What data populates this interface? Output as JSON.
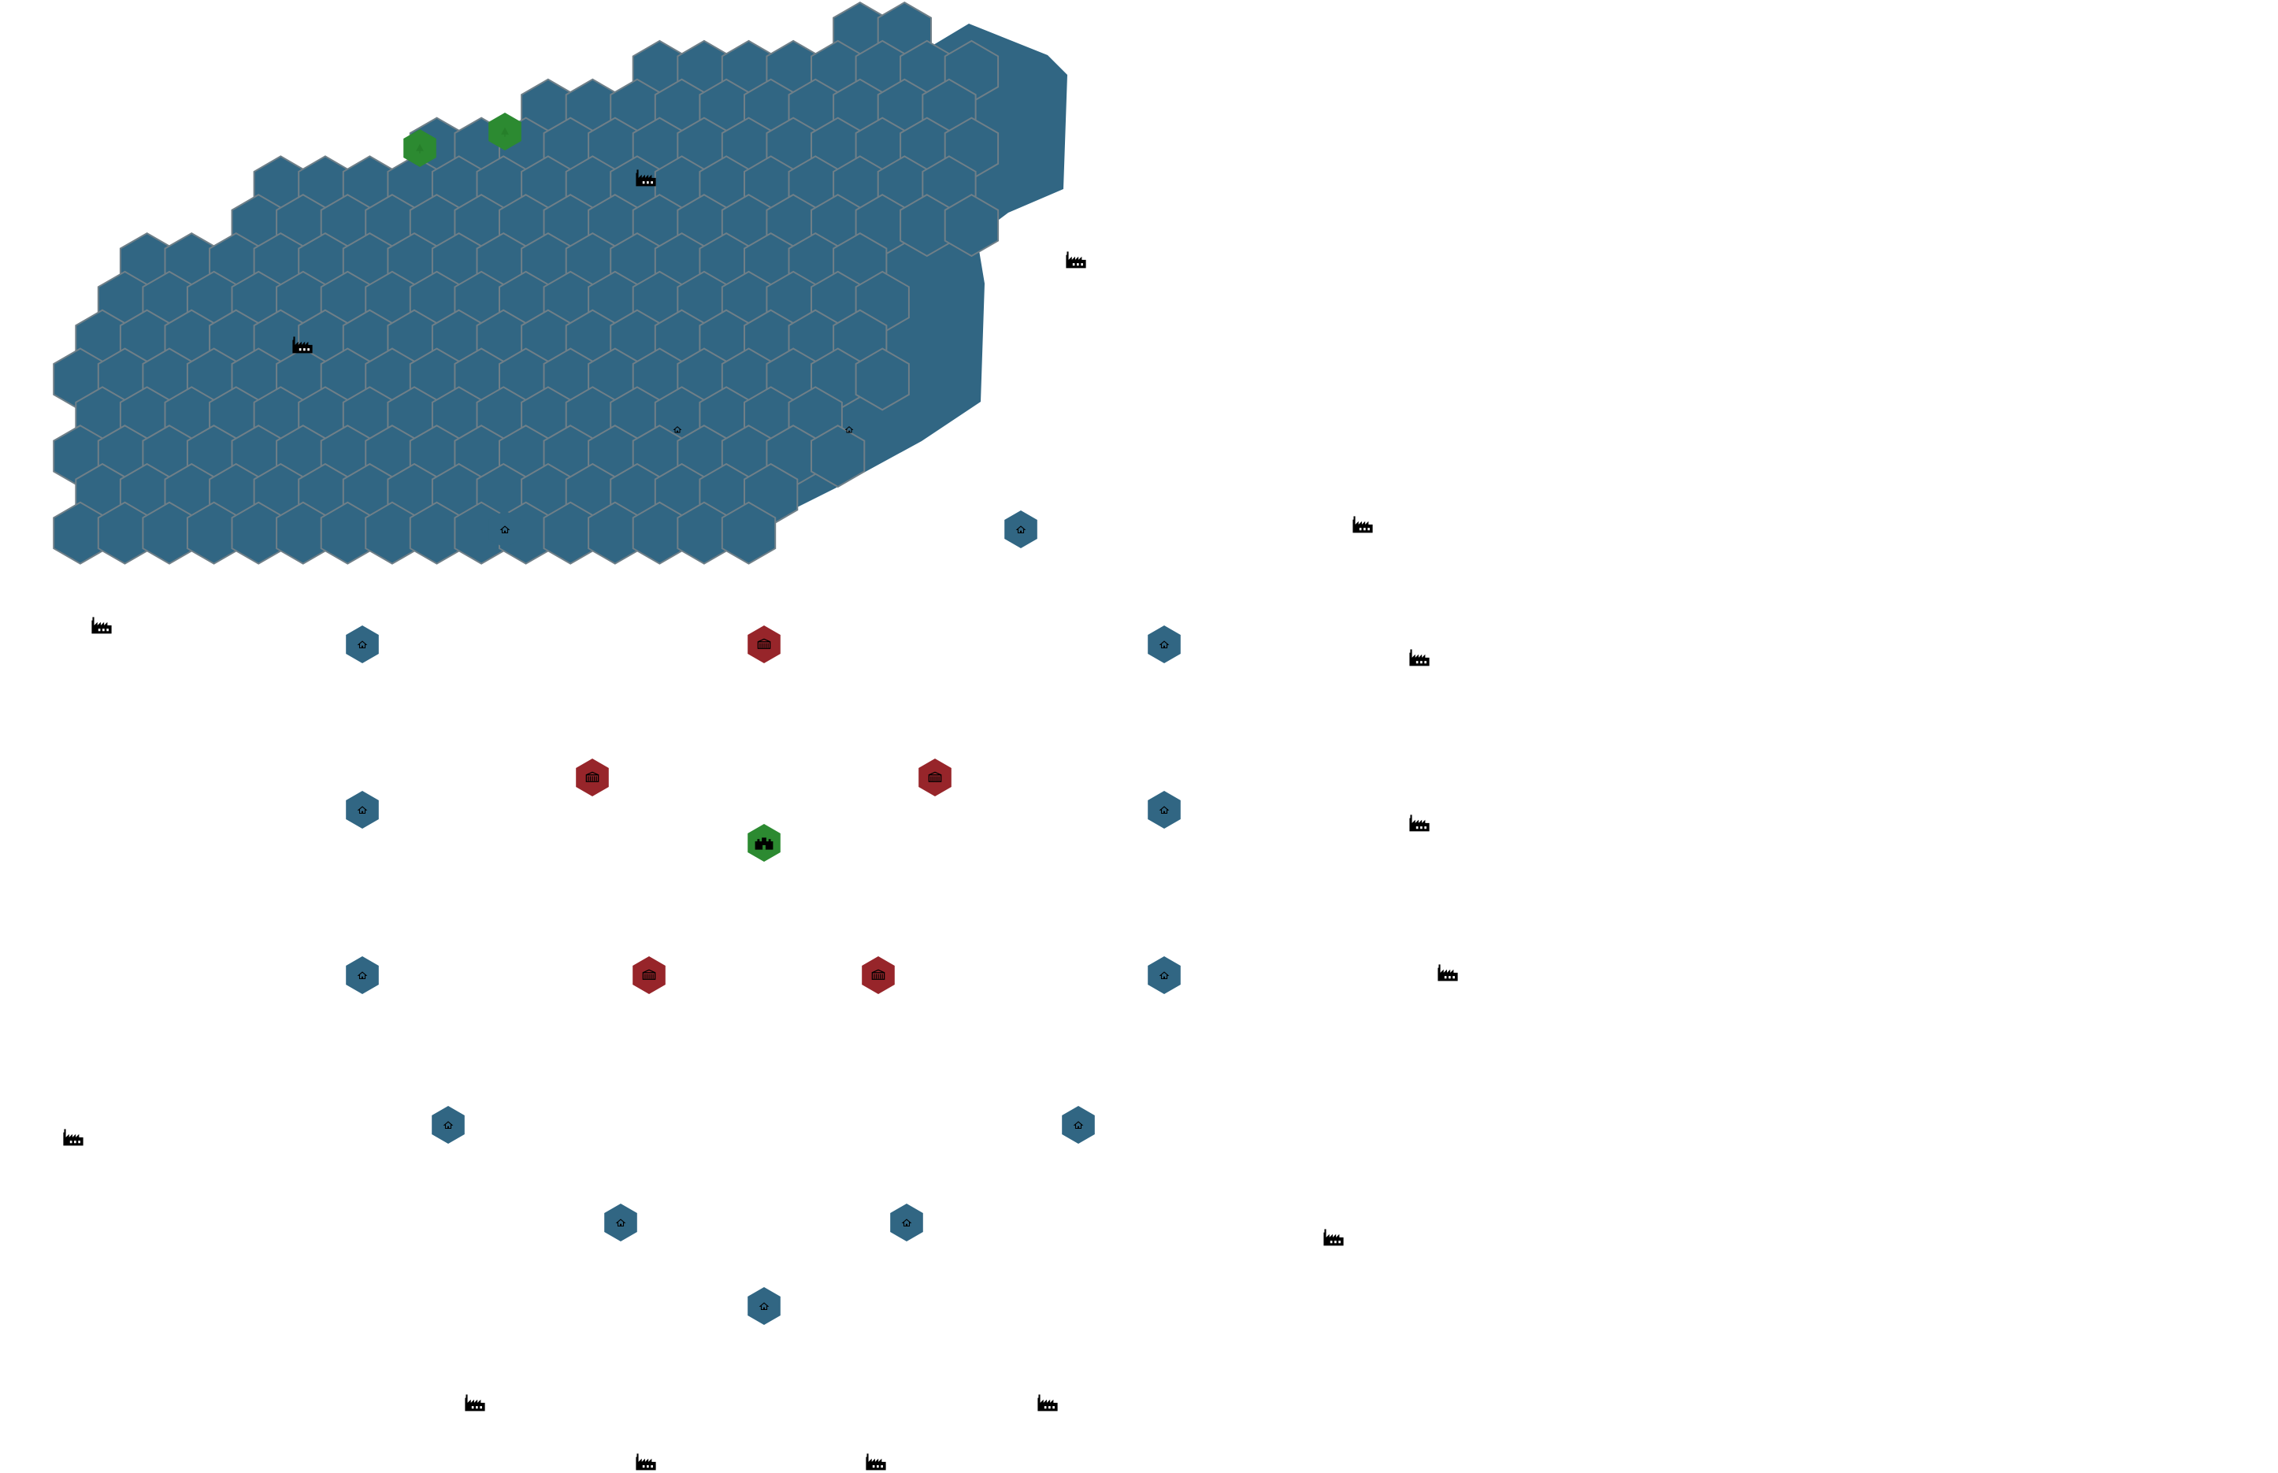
{
  "board": {
    "background_color": "#ffffff",
    "colors": {
      "water": "#316683",
      "water_border": "#6f7f88",
      "blue_token": "#316683",
      "red_token": "#97252a",
      "green_token": "#2c8a31",
      "icon": "#000000"
    },
    "icon_names": {
      "factory": "factory-icon",
      "house": "house-icon",
      "barracks": "barracks-icon",
      "castle": "castle-icon",
      "forest": "forest-icon"
    },
    "water_region": {
      "color_key": "water",
      "cell_count": 260
    },
    "tokens": [
      {
        "kind": "forest",
        "color_key": "green_token"
      },
      {
        "kind": "forest",
        "color_key": "green_token"
      },
      {
        "kind": "house",
        "color_key": "blue_token"
      },
      {
        "kind": "house",
        "color_key": "blue_token"
      },
      {
        "kind": "house",
        "color_key": "blue_token"
      },
      {
        "kind": "barracks",
        "color_key": "red_token"
      },
      {
        "kind": "house",
        "color_key": "blue_token"
      },
      {
        "kind": "barracks",
        "color_key": "red_token"
      },
      {
        "kind": "barracks",
        "color_key": "red_token"
      },
      {
        "kind": "house",
        "color_key": "blue_token"
      },
      {
        "kind": "castle",
        "color_key": "green_token"
      },
      {
        "kind": "house",
        "color_key": "blue_token"
      },
      {
        "kind": "house",
        "color_key": "blue_token"
      },
      {
        "kind": "barracks",
        "color_key": "red_token"
      },
      {
        "kind": "barracks",
        "color_key": "red_token"
      },
      {
        "kind": "house",
        "color_key": "blue_token"
      },
      {
        "kind": "house",
        "color_key": "blue_token"
      },
      {
        "kind": "house",
        "color_key": "blue_token"
      },
      {
        "kind": "house",
        "color_key": "blue_token"
      },
      {
        "kind": "house",
        "color_key": "blue_token"
      },
      {
        "kind": "house",
        "color_key": "blue_token"
      }
    ],
    "loose_icons": [
      {
        "kind": "factory"
      },
      {
        "kind": "factory"
      },
      {
        "kind": "factory"
      },
      {
        "kind": "house"
      },
      {
        "kind": "house"
      },
      {
        "kind": "factory"
      },
      {
        "kind": "factory"
      },
      {
        "kind": "factory"
      },
      {
        "kind": "factory"
      },
      {
        "kind": "factory"
      },
      {
        "kind": "factory"
      },
      {
        "kind": "factory"
      },
      {
        "kind": "factory"
      },
      {
        "kind": "factory"
      },
      {
        "kind": "factory"
      },
      {
        "kind": "factory"
      }
    ]
  }
}
